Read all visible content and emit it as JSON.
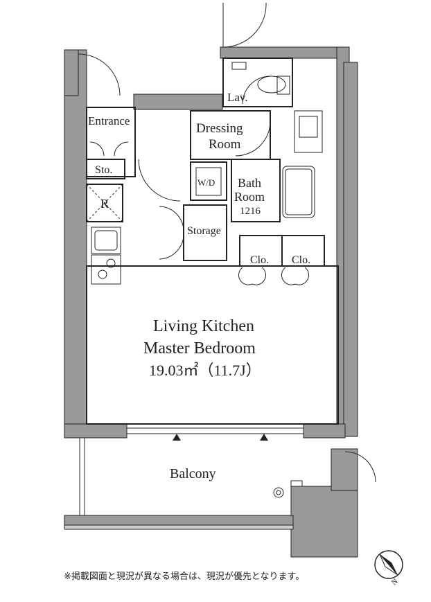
{
  "rooms": {
    "entrance": "Entrance",
    "storage_small": "Sto.",
    "refrigerator": "R",
    "lavatory": "Lav.",
    "dressing_line1": "Dressing",
    "dressing_line2": "Room",
    "washer_dryer": "W/D",
    "bath_line1": "Bath",
    "bath_line2": "Room",
    "bath_size": "1216",
    "storage": "Storage",
    "closet_1": "Clo.",
    "closet_2": "Clo.",
    "main_line1": "Living Kitchen",
    "main_line2": "Master Bedroom",
    "main_area": "19.03㎡（11.7J）",
    "balcony": "Balcony"
  },
  "compass": {
    "letter": "N",
    "icon": "north-arrow-icon"
  },
  "footnote": "※掲載図面と現況が異なる場合は、現況が優先となります。",
  "colors": {
    "wall": "#9a9a9a",
    "line": "#222222",
    "background": "#ffffff"
  }
}
